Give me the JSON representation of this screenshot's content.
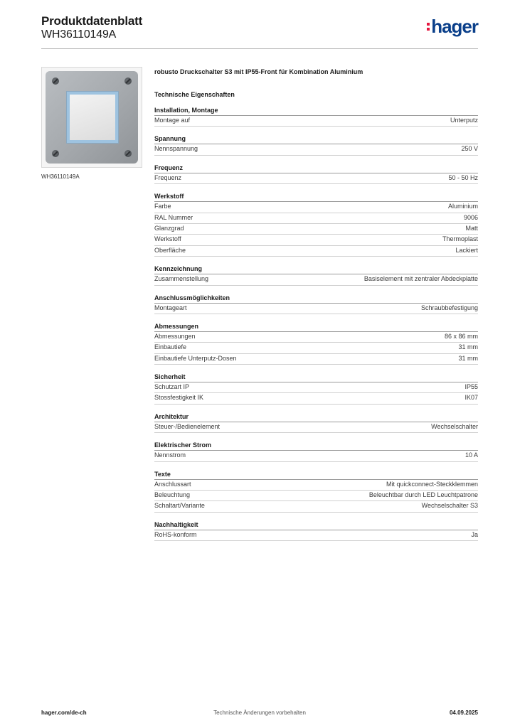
{
  "header": {
    "title": "Produktdatenblatt",
    "article_number": "WH36110149A",
    "logo_text": "hager",
    "logo_dot_color": "#e5173f",
    "logo_text_color": "#0a3f8a"
  },
  "product": {
    "image_caption": "WH36110149A",
    "description": "robusto Druckschalter S3 mit IP55-Front für Kombination Aluminium"
  },
  "tech_title": "Technische Eigenschaften",
  "sections": [
    {
      "title": "Installation, Montage",
      "rows": [
        {
          "label": "Montage auf",
          "value": "Unterputz"
        }
      ]
    },
    {
      "title": "Spannung",
      "rows": [
        {
          "label": "Nennspannung",
          "value": "250 V"
        }
      ]
    },
    {
      "title": "Frequenz",
      "rows": [
        {
          "label": "Frequenz",
          "value": "50 - 50 Hz"
        }
      ]
    },
    {
      "title": "Werkstoff",
      "rows": [
        {
          "label": "Farbe",
          "value": "Aluminium"
        },
        {
          "label": "RAL Nummer",
          "value": "9006"
        },
        {
          "label": "Glanzgrad",
          "value": "Matt"
        },
        {
          "label": "Werkstoff",
          "value": "Thermoplast"
        },
        {
          "label": "Oberfläche",
          "value": "Lackiert"
        }
      ]
    },
    {
      "title": "Kennzeichnung",
      "rows": [
        {
          "label": "Zusammenstellung",
          "value": "Basiselement mit zentraler Abdeckplatte"
        }
      ]
    },
    {
      "title": "Anschlussmöglichkeiten",
      "rows": [
        {
          "label": "Montageart",
          "value": "Schraubbefestigung"
        }
      ]
    },
    {
      "title": "Abmessungen",
      "rows": [
        {
          "label": "Abmessungen",
          "value": "86 x 86 mm"
        },
        {
          "label": "Einbautiefe",
          "value": "31 mm"
        },
        {
          "label": "Einbautiefe Unterputz-Dosen",
          "value": "31 mm"
        }
      ]
    },
    {
      "title": "Sicherheit",
      "rows": [
        {
          "label": "Schutzart IP",
          "value": "IP55"
        },
        {
          "label": "Stossfestigkeit IK",
          "value": "IK07"
        }
      ]
    },
    {
      "title": "Architektur",
      "rows": [
        {
          "label": "Steuer-/Bedienelement",
          "value": "Wechselschalter"
        }
      ]
    },
    {
      "title": "Elektrischer Strom",
      "rows": [
        {
          "label": "Nennstrom",
          "value": "10 A"
        }
      ]
    },
    {
      "title": "Texte",
      "rows": [
        {
          "label": "Anschlussart",
          "value": "Mit quickconnect-Steckklemmen"
        },
        {
          "label": "Beleuchtung",
          "value": "Beleuchtbar durch LED Leuchtpatrone"
        },
        {
          "label": "Schaltart/Variante",
          "value": "Wechselschalter S3"
        }
      ]
    },
    {
      "title": "Nachhaltigkeit",
      "rows": [
        {
          "label": "RoHS-konform",
          "value": "Ja"
        }
      ]
    }
  ],
  "footer": {
    "website": "hager.com/de-ch",
    "notice": "Technische Änderungen vorbehalten",
    "date": "04.09.2025"
  }
}
